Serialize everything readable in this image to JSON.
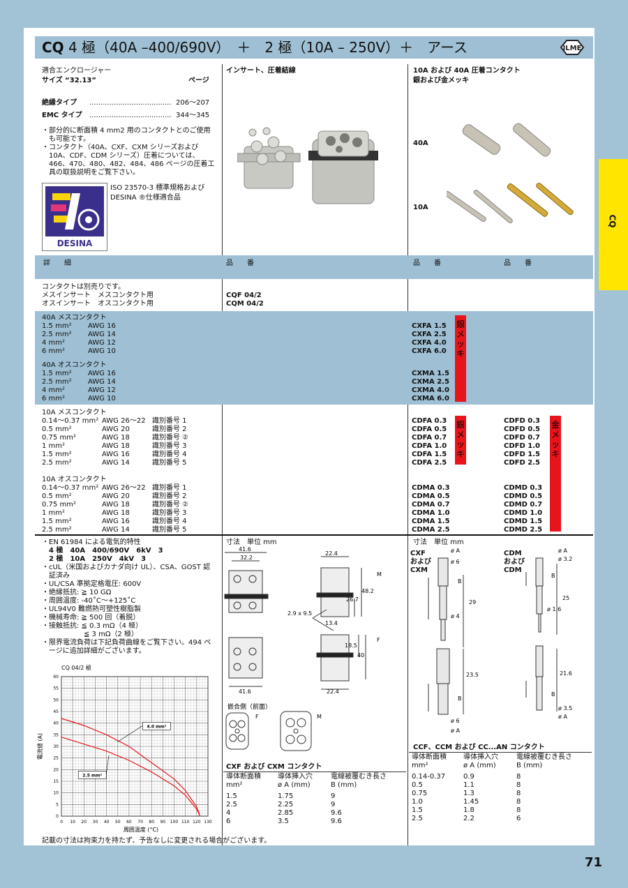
{
  "header": {
    "title_bold": "CQ",
    "title_rest": " 4 極（40A –400/690V）　＋　2 極（10A – 250V）＋　アース",
    "logo_text": "ILME"
  },
  "side_tab": "CQ",
  "page_number": "71",
  "col1": {
    "enclosure_label": "適合エンクロージャー",
    "size_label": "サイズ “32.13”",
    "page_label": "ページ",
    "insulated": "絶縁タイプ",
    "insulated_dots": ".....................................",
    "insulated_pages": "206〜207",
    "emc": "EMC タイプ",
    "emc_dots": ".....................................",
    "emc_pages": "344〜345",
    "notes": [
      "・部分的に断面積 4 mm2 用のコンタクトとのご使用",
      "　も可能です。",
      "・コンタクト（40A、CXF、CXM シリーズおよび",
      "　10A、CDF、CDM シリーズ）圧着については、",
      "　466、470、480、482、484、486 ページの圧着工",
      "　具の取扱説明をご覧下さい。"
    ],
    "iso": [
      "ISO 23570-3 標準規格および",
      "DESINA ®仕様適合品"
    ],
    "desina_text": "DESINA"
  },
  "col2": {
    "head": "インサート、圧着結線"
  },
  "col3": {
    "head1": "10A および 40A 圧着コンタクト",
    "head2": "銀および金メッキ",
    "label40": "40A",
    "label10": "10A"
  },
  "table_header": {
    "detail": "詳　　細",
    "part": "品　　番",
    "part2": "品　　番",
    "part3": "品　　番"
  },
  "inserts": {
    "note": "コンタクトは別売りです。",
    "female": "メスインサート　メスコンタクト用",
    "male": "オスインサート　オスコンタクト用",
    "female_code": "CQF 04/2",
    "male_code": "CQM 04/2"
  },
  "c40f": {
    "title": "40A メスコンタクト",
    "rows": [
      [
        "1.5 mm²",
        "AWG 16",
        "CXFA 1.5"
      ],
      [
        "2.5 mm²",
        "AWG 14",
        "CXFA 2.5"
      ],
      [
        "4 mm²",
        "AWG 12",
        "CXFA 4.0"
      ],
      [
        "6 mm²",
        "AWG 10",
        "CXFA 6.0"
      ]
    ]
  },
  "c40m": {
    "title": "40A オスコンタクト",
    "rows": [
      [
        "1.5 mm²",
        "AWG 16",
        "CXMA 1.5"
      ],
      [
        "2.5 mm²",
        "AWG 14",
        "CXMA 2.5"
      ],
      [
        "4 mm²",
        "AWG 12",
        "CXMA 4.0"
      ],
      [
        "6 mm²",
        "AWG 10",
        "CXMA 6.0"
      ]
    ]
  },
  "silver_label": "銀メッキ",
  "gold_label": "金メッキ",
  "c10f": {
    "title": "10A メスコンタクト",
    "rows": [
      [
        "0.14〜0.37 mm²",
        "AWG 26〜22",
        "識別番号 1",
        "CDFA 0.3",
        "CDFD 0.3"
      ],
      [
        "0.5 mm²",
        "AWG 20",
        "識別番号 2",
        "CDFA 0.5",
        "CDFD 0.5"
      ],
      [
        "0.75 mm²",
        "AWG 18",
        "識別番号 ②",
        "CDFA 0.7",
        "CDFD 0.7"
      ],
      [
        "1 mm²",
        "AWG 18",
        "識別番号 3",
        "CDFA 1.0",
        "CDFD 1.0"
      ],
      [
        "1.5 mm²",
        "AWG 16",
        "識別番号 4",
        "CDFA 1.5",
        "CDFD 1.5"
      ],
      [
        "2.5 mm²",
        "AWG 14",
        "識別番号 5",
        "CDFA 2.5",
        "CDFD 2.5"
      ]
    ]
  },
  "c10m": {
    "title": "10A オスコンタクト",
    "rows": [
      [
        "0.14〜0.37 mm²",
        "AWG 26〜22",
        "識別番号 1",
        "CDMA 0.3",
        "CDMD 0.3"
      ],
      [
        "0.5 mm²",
        "AWG 20",
        "識別番号 2",
        "CDMA 0.5",
        "CDMD 0.5"
      ],
      [
        "0.75 mm²",
        "AWG 18",
        "識別番号 ②",
        "CDMA 0.7",
        "CDMD 0.7"
      ],
      [
        "1 mm²",
        "AWG 18",
        "識別番号 3",
        "CDMA 1.0",
        "CDMD 1.0"
      ],
      [
        "1.5 mm²",
        "AWG 16",
        "識別番号 4",
        "CDMA 1.5",
        "CDMD 1.5"
      ],
      [
        "2.5 mm²",
        "AWG 14",
        "識別番号 5",
        "CDMA 2.5",
        "CDMD 2.5"
      ]
    ]
  },
  "specs": {
    "lines": [
      "・EN 61984 による電気的特性",
      "・cUL（米国およびカナダ向け UL）、CSA、GOST 認",
      "　証済み",
      "・UL/CSA 準拠定格電圧: 600V",
      "・絶縁抵抗: ≧ 10 GΩ",
      "・周囲温度: -40˚C〜+125˚C",
      "・UL94V0 難燃熱可塑性樹脂製",
      "・機械寿命: ≧ 500 回（着脱）",
      "・接触抵抗: ≦ 0.3 mΩ（4 極）",
      "　　　　　　≦ 3 mΩ（2 極）",
      "・限界電流負荷は下記負荷曲線をご覧下さい。494 ペ",
      "　ージに追加詳細がございます。"
    ],
    "bold1": "4 極　40A　400/690V　6kV　3",
    "bold2": "2 極　10A　250V　4kV　3"
  },
  "dims": {
    "label": "寸法　単位 mm",
    "d416": "41.6",
    "d322": "32.2",
    "d224": "22.4",
    "d482": "48.2",
    "d267": "26.7",
    "d29x95": "2.9 x 9.5",
    "d134": "13.4",
    "d185": "18.5",
    "d40": "40",
    "d416b": "41.6",
    "d224b": "22.4",
    "M": "M",
    "F": "F",
    "mating": "嵌合側（前面）",
    "mF": "F",
    "mM": "M"
  },
  "cxf_table": {
    "title": "CXF および CXM コンタクト",
    "head": [
      "導体断面積",
      "導体挿入穴",
      "電線被覆むき長さ"
    ],
    "units": [
      "mm²",
      "ø A (mm)",
      "B (mm)"
    ],
    "rows": [
      [
        "1.5",
        "1.75",
        "9"
      ],
      [
        "2.5",
        "2.25",
        "9"
      ],
      [
        "4",
        "2.85",
        "9.6"
      ],
      [
        "6",
        "3.5",
        "9.6"
      ]
    ]
  },
  "contact_dims": {
    "label": "寸法　単位 mm",
    "cxf": [
      "CXF",
      "および",
      "CXM"
    ],
    "cdm": [
      "CDM",
      "および",
      "CDM"
    ],
    "oA": "ø A",
    "o6": "ø 6",
    "o4": "ø 4",
    "d29": "29",
    "B": "B",
    "d235": "23.5",
    "o6b": "ø 6",
    "oAb": "ø A",
    "oA2": "ø A",
    "o32": "ø 3.2",
    "d25": "25",
    "o16": "ø 1.6",
    "d216": "21.6",
    "o35": "ø 3.5",
    "oA3": "ø A"
  },
  "ccf_table": {
    "title": "CCF、CCM および CC...AN コンタクト",
    "head": [
      "導体断面積",
      "導体挿入穴",
      "電線被覆むき長さ"
    ],
    "units": [
      "mm²",
      "ø A (mm)",
      "B (mm)"
    ],
    "rows": [
      [
        "0.14-0.37",
        "0.9",
        "8"
      ],
      [
        "0.5",
        "1.1",
        "8"
      ],
      [
        "0.75",
        "1.3",
        "8"
      ],
      [
        "1.0",
        "1.45",
        "8"
      ],
      [
        "1.5",
        "1.8",
        "8"
      ],
      [
        "2.5",
        "2.2",
        "6"
      ]
    ]
  },
  "chart_data": {
    "type": "line",
    "title": "CQ 04/2 極",
    "xlabel": "周囲温度 (°C)",
    "ylabel": "電流値 (A)",
    "xlim": [
      0,
      130
    ],
    "ylim": [
      0,
      60
    ],
    "xticks": [
      0,
      10,
      20,
      30,
      40,
      50,
      60,
      70,
      80,
      90,
      100,
      110,
      120,
      130
    ],
    "yticks": [
      0,
      5,
      10,
      15,
      20,
      25,
      30,
      35,
      40,
      45,
      50,
      55,
      60
    ],
    "series": [
      {
        "name": "4.0 mm²",
        "x": [
          0,
          20,
          40,
          60,
          80,
          100,
          110,
          120,
          123
        ],
        "y": [
          42,
          39,
          35,
          30,
          23,
          16,
          11,
          4,
          0
        ]
      },
      {
        "name": "2.5 mm²",
        "x": [
          0,
          20,
          40,
          60,
          80,
          100,
          110,
          120,
          123
        ],
        "y": [
          34,
          31,
          28,
          24,
          19,
          13,
          9,
          3,
          0
        ]
      }
    ],
    "color": "#e8141c",
    "grid": true
  },
  "footer_note": "記載の寸法は拘束力を持たず、予告なしに変更される場合がございます。"
}
